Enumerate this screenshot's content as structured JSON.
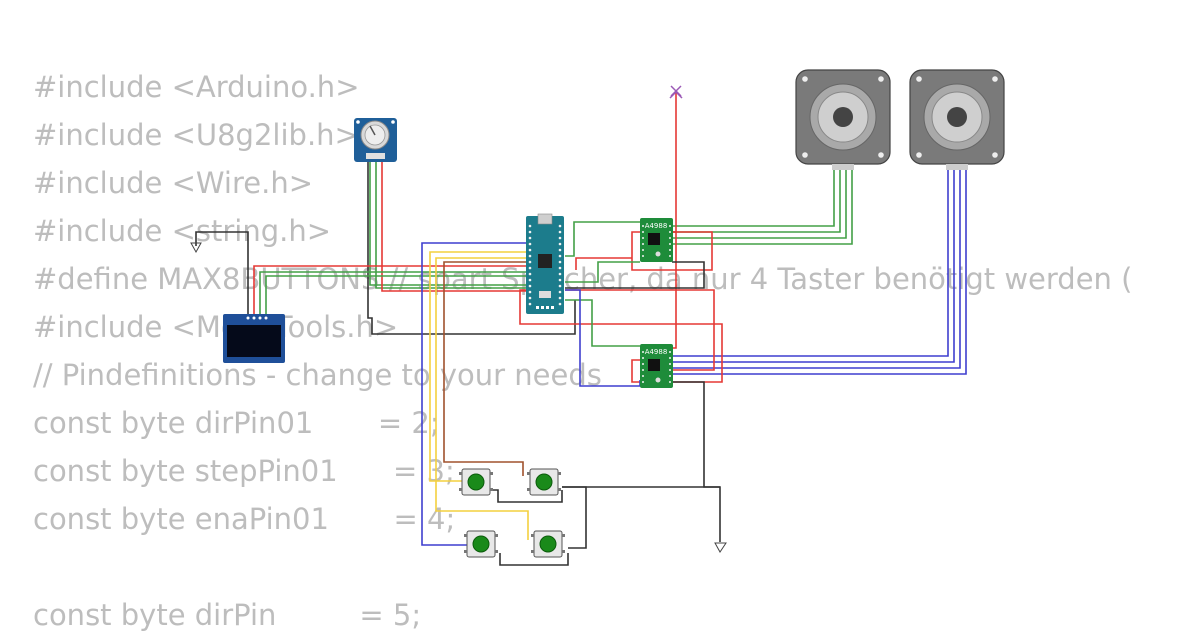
{
  "code_background": {
    "lines": [
      "#include <Arduino.h>",
      "#include <U8g2lib.h>",
      "#include <Wire.h>",
      "#include <string.h>",
      "#define MAX8BUTTONS // spart Speicher, da nur 4 Taster benötigt werden (",
      "#include <MobaTools.h>",
      "// Pindefinitions - change to your needs",
      "const byte dirPin01       = 2;",
      "const byte stepPin01      = 3;",
      "const byte enaPin01       = 4;",
      "",
      "const byte dirPin         = 5;"
    ]
  },
  "components": {
    "driver_label": "A4988"
  },
  "colors": {
    "wire_red": "#e53935",
    "wire_green": "#43a047",
    "wire_blue": "#3f3fcf",
    "wire_black": "#333333",
    "wire_yellow": "#f4d03f",
    "wire_brown": "#a0522d",
    "wire_purple": "#9b59b6",
    "board_teal": "#1c7c8c",
    "driver_green": "#1e8c3a",
    "pot_blue": "#1f5f99",
    "oled_blue": "#1f4f99",
    "button_green": "#1a8a1a",
    "motor_gray": "#7a7a7a"
  }
}
